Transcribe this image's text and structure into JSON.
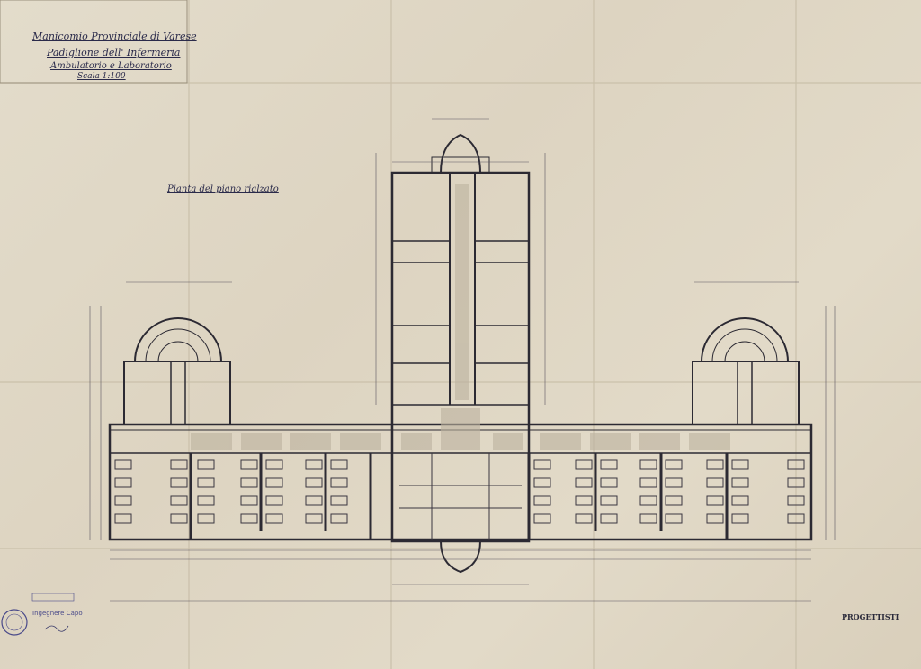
{
  "title_block": {
    "line1": "Manicomio Provinciale di Varese",
    "line2": "Padiglione dell' Infermeria",
    "line3": "Ambulatorio e Laboratorio",
    "line4": "Scala 1:100"
  },
  "plan_label": "Pianta del piano rialzato",
  "project_box": {
    "heading": "PROGETTISTI"
  },
  "stamp": {
    "line1": "Ingegnere Capo"
  },
  "colors": {
    "paper": "#e0d8c6",
    "ink": "#2c2a33",
    "stamp": "#4a4a8a"
  }
}
